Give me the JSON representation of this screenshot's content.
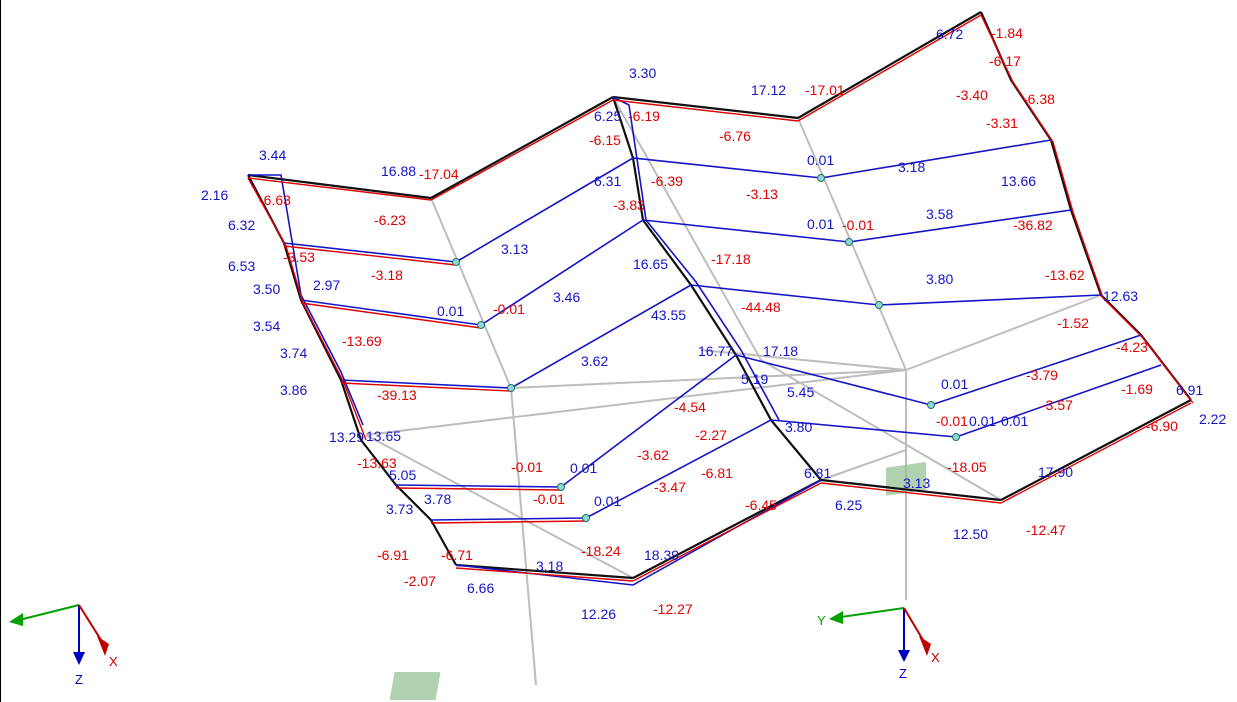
{
  "colors": {
    "result_blue": "#1414c8",
    "result_red": "#e00000",
    "member_gray": "#bdbdbd",
    "support_green": "#8fbf8f",
    "axis_x": "#c00000",
    "axis_y": "#00a000",
    "axis_z": "#0000c0"
  },
  "axes": {
    "left": {
      "x": "X",
      "y": "",
      "z": "Z"
    },
    "right": {
      "x": "X",
      "y": "Y",
      "z": "Z"
    }
  },
  "blue_labels": [
    "3.44",
    "16.88",
    "2.16",
    "6.32",
    "6.53",
    "3.50",
    "2.97",
    "3.54",
    "3.74",
    "3.86",
    "13.29",
    "13.65",
    "5.05",
    "3.78",
    "3.73",
    "6.66",
    "3.18",
    "18.39",
    "12.26",
    "3.13",
    "3.46",
    "3.62",
    "0.01",
    "0.01",
    "0.01",
    "0.01",
    "3.30",
    "6.25",
    "6.31",
    "16.65",
    "43.55",
    "16.77",
    "17.18",
    "5.19",
    "5.45",
    "3.80",
    "6.81",
    "6.25",
    "3.13",
    "17.90",
    "12.50",
    "17.12",
    "0.01",
    "3.18",
    "0.01",
    "3.58",
    "13.66",
    "3.80",
    "0.01",
    "0.01",
    "12.63",
    "6.91",
    "2.22",
    "6.72"
  ],
  "red_labels": [
    "-6.63",
    "-17.04",
    "-6.23",
    "-3.53",
    "-3.18",
    "-0.01",
    "-13.69",
    "-39.13",
    "-13.63",
    "-0.01",
    "-0.01",
    "-6.91",
    "-6.71",
    "-2.07",
    "-18.24",
    "-12.27",
    "-6.19",
    "-6.15",
    "-6.39",
    "-3.83",
    "-17.18",
    "-44.48",
    "-4.54",
    "-2.27",
    "-3.62",
    "-3.47",
    "-6.81",
    "-6.45",
    "-17.01",
    "-6.76",
    "-3.13",
    "-0.01",
    "-36.82",
    "-13.62",
    "-1.52",
    "-3.79",
    "-4.23",
    "-0.01",
    "-3.57",
    "-1.69",
    "-6.90",
    "-18.05",
    "-12.47",
    "-1.84",
    "-6.17",
    "-3.40",
    "-6.38",
    "-3.31"
  ]
}
